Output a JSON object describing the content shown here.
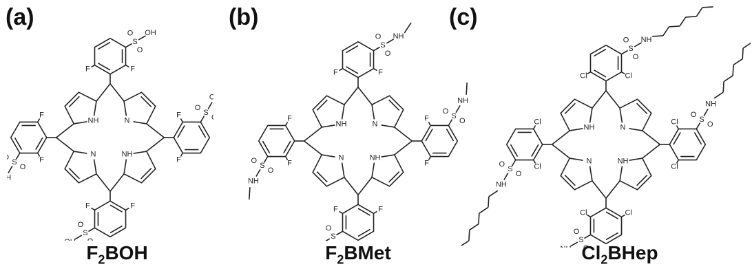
{
  "panels": [
    {
      "label": "(a)",
      "name": "F",
      "sub": "2",
      "rest": "BOH",
      "atoms": {
        "hal": "F",
        "grp": "SO3H"
      }
    },
    {
      "label": "(b)",
      "name": "F",
      "sub": "2",
      "rest": "BMet",
      "atoms": {
        "hal": "F",
        "grp": "SO2NHMe"
      }
    },
    {
      "label": "(c)",
      "name": "Cl",
      "sub": "2",
      "rest": "BHep",
      "atoms": {
        "hal": "Cl",
        "grp": "SO2NHHep"
      }
    }
  ],
  "labels": {
    "nh": "NH",
    "n": "N",
    "f": "F",
    "cl": "Cl",
    "s": "S",
    "o": "O",
    "oh": "OH",
    "ho": "HO",
    "nh_dash": "NH—",
    "nh_sub": "NH"
  },
  "colors": {
    "ink": "#222222",
    "background": "#ffffff"
  }
}
